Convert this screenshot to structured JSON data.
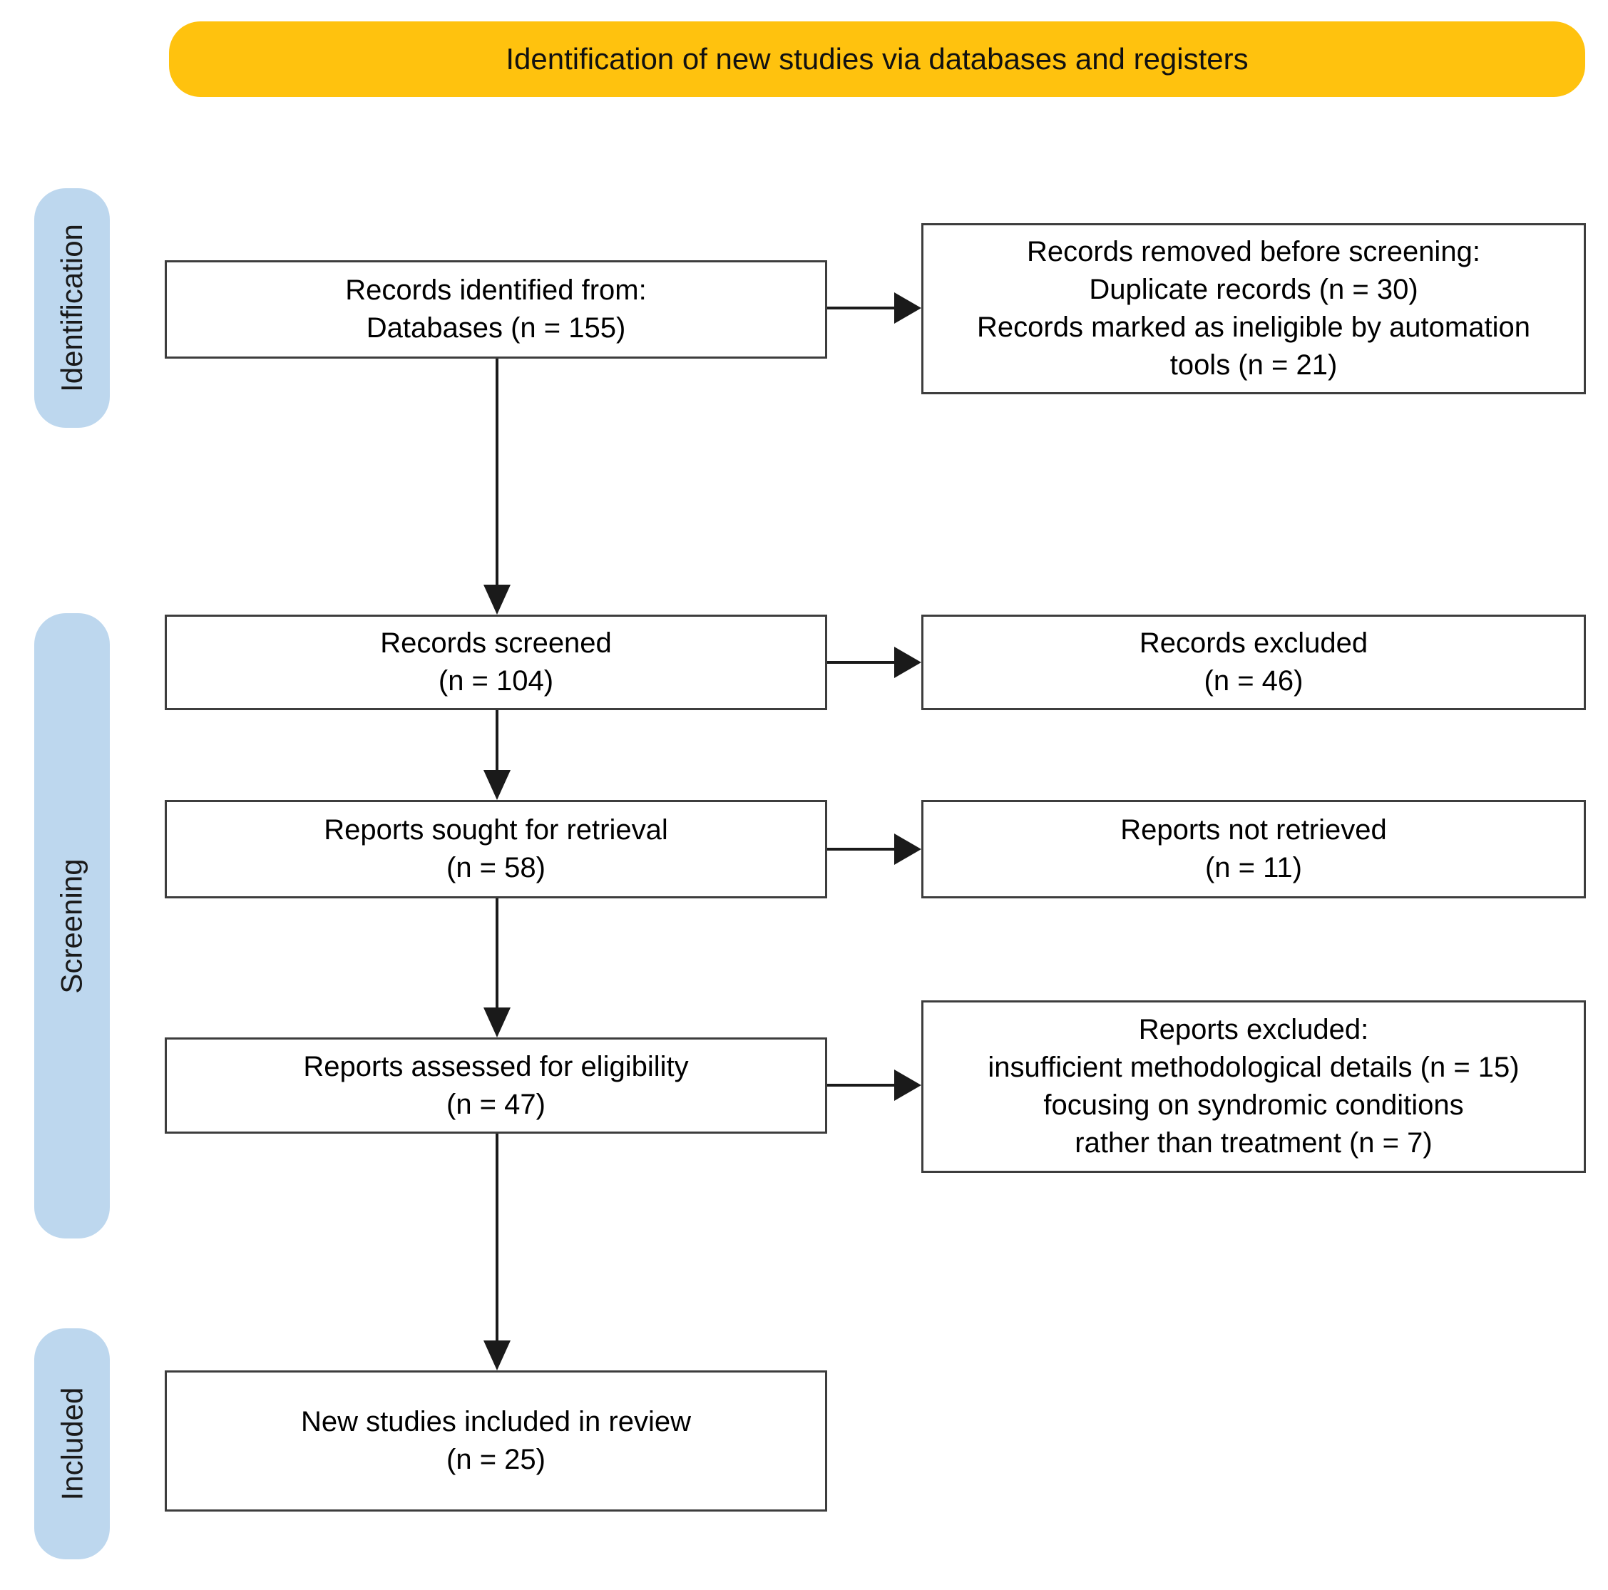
{
  "colors": {
    "banner_bg": "#FFC20E",
    "stage_bg": "#BDD7EE",
    "box_border": "#3D3D3D",
    "arrow_color": "#1A1A1A"
  },
  "banner": {
    "title": "Identification of new studies via databases and registers"
  },
  "stages": {
    "identification": "Identification",
    "screening": "Screening",
    "included": "Included"
  },
  "flow_boxes": {
    "records_identified": "Records identified from:\nDatabases (n = 155)",
    "records_screened": "Records screened\n(n = 104)",
    "reports_sought": "Reports sought for retrieval\n(n = 58)",
    "reports_assessed": "Reports assessed for eligibility\n(n = 47)",
    "studies_included": "New studies included in review\n(n = 25)"
  },
  "exclusion_boxes": {
    "records_removed": "Records removed before screening:\nDuplicate records (n = 30)\nRecords marked as ineligible by automation\ntools (n = 21)",
    "records_excluded": "Records excluded\n(n = 46)",
    "reports_not_retrieved": "Reports not retrieved\n(n = 11)",
    "reports_excluded": "Reports excluded:\ninsufficient methodological details (n = 15)\nfocusing on syndromic conditions\nrather than treatment (n = 7)"
  }
}
